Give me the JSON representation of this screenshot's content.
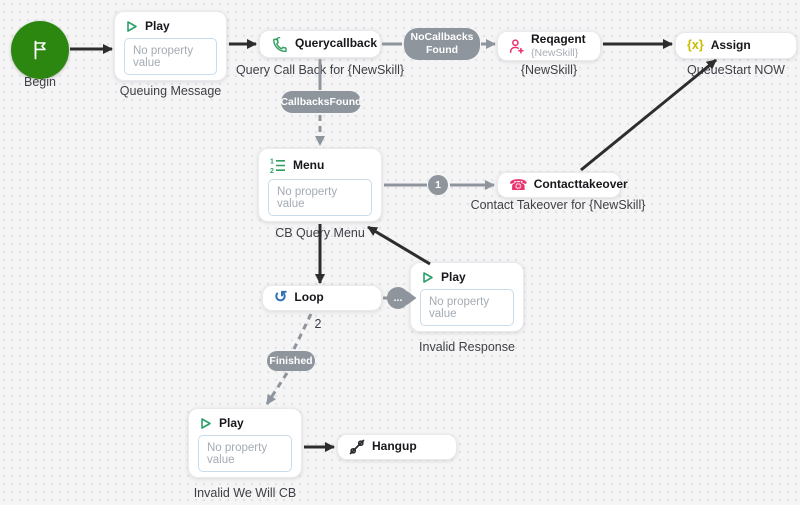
{
  "flow": {
    "nodes": {
      "begin": {
        "title": "Begin"
      },
      "queuing_message": {
        "title": "Play",
        "placeholder": "No property value",
        "label": "Queuing Message"
      },
      "querycallback": {
        "title": "Querycallback",
        "label": "Query Call Back for {NewSkill}"
      },
      "reqagent": {
        "title": "Reqagent",
        "subtitle": "{NewSkill}",
        "label": "{NewSkill}"
      },
      "assign": {
        "icon_text": "{x}",
        "title": "Assign",
        "label": "QueueStart NOW"
      },
      "menu": {
        "title": "Menu",
        "placeholder": "No property value",
        "label": "CB Query Menu"
      },
      "contacttakeover": {
        "title": "Contacttakeover",
        "label": "Contact Takeover for {NewSkill}"
      },
      "loop": {
        "title": "Loop",
        "iteration_count": "2"
      },
      "invalid_response": {
        "title": "Play",
        "placeholder": "No property value",
        "label": "Invalid Response"
      },
      "invalid_we_will_cb": {
        "title": "Play",
        "placeholder": "No property value",
        "label": "Invalid We Will CB"
      },
      "hangup": {
        "title": "Hangup"
      }
    },
    "branch_labels": {
      "no_callbacks_found": "NoCallbacksFound",
      "callbacks_found": "CallbacksFound",
      "menu_option_1": "1",
      "loop_next": "...",
      "finished": "Finished"
    },
    "icons": {
      "contacttakeover_glyph": "☎",
      "loop_glyph": "↺"
    },
    "colors": {
      "begin_green": "#2b870f",
      "action_green": "#2f9e5f",
      "play_green": "#2aa06a",
      "pink": "#e8336e",
      "assign_yellow": "#c9bc00",
      "loop_blue": "#2f6fb6",
      "badge_gray": "#8e959c",
      "arrow_black": "#2d2d2d",
      "arrow_gray": "#8e959c",
      "canvas_bg": "#f5f5f6"
    }
  }
}
